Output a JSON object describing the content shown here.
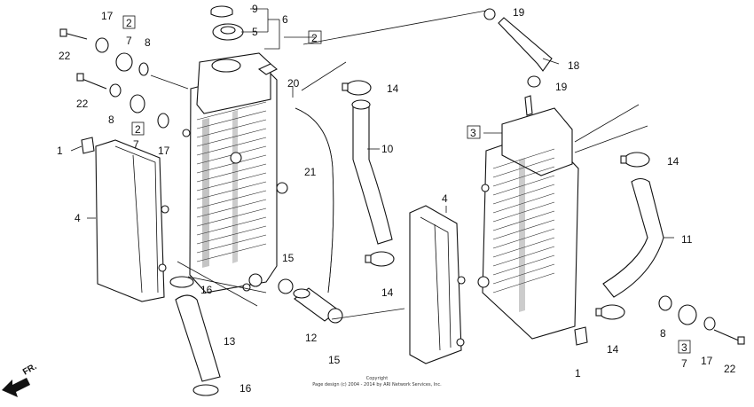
{
  "callouts": {
    "c22a": "22",
    "c17a": "17",
    "c2a": "2",
    "c7a": "7",
    "c8a": "8",
    "c9": "9",
    "c5": "5",
    "c6": "6",
    "c2b": "2",
    "c22b": "22",
    "c8b": "8",
    "c2c": "2",
    "c7b": "7",
    "c17b": "17",
    "c1a": "1",
    "c4a": "4",
    "c20": "20",
    "c14a": "14",
    "c10": "10",
    "c21": "21",
    "c15a": "15",
    "c16a": "16",
    "c12": "12",
    "c15b": "15",
    "c13": "13",
    "c16b": "16",
    "c14b": "14",
    "c4b": "4",
    "c19a": "19",
    "c18": "18",
    "c19b": "19",
    "c3": "3",
    "c14c": "14",
    "c11": "11",
    "c14d": "14",
    "c1b": "1",
    "c8c": "8",
    "c3b": "3",
    "c7c": "7",
    "c17c": "17",
    "c22c": "22"
  },
  "direction_label": "FR.",
  "copyright_line1": "Copyright",
  "copyright_line2": "Page design (c) 2004 - 2014 by ARI Network Services, Inc."
}
